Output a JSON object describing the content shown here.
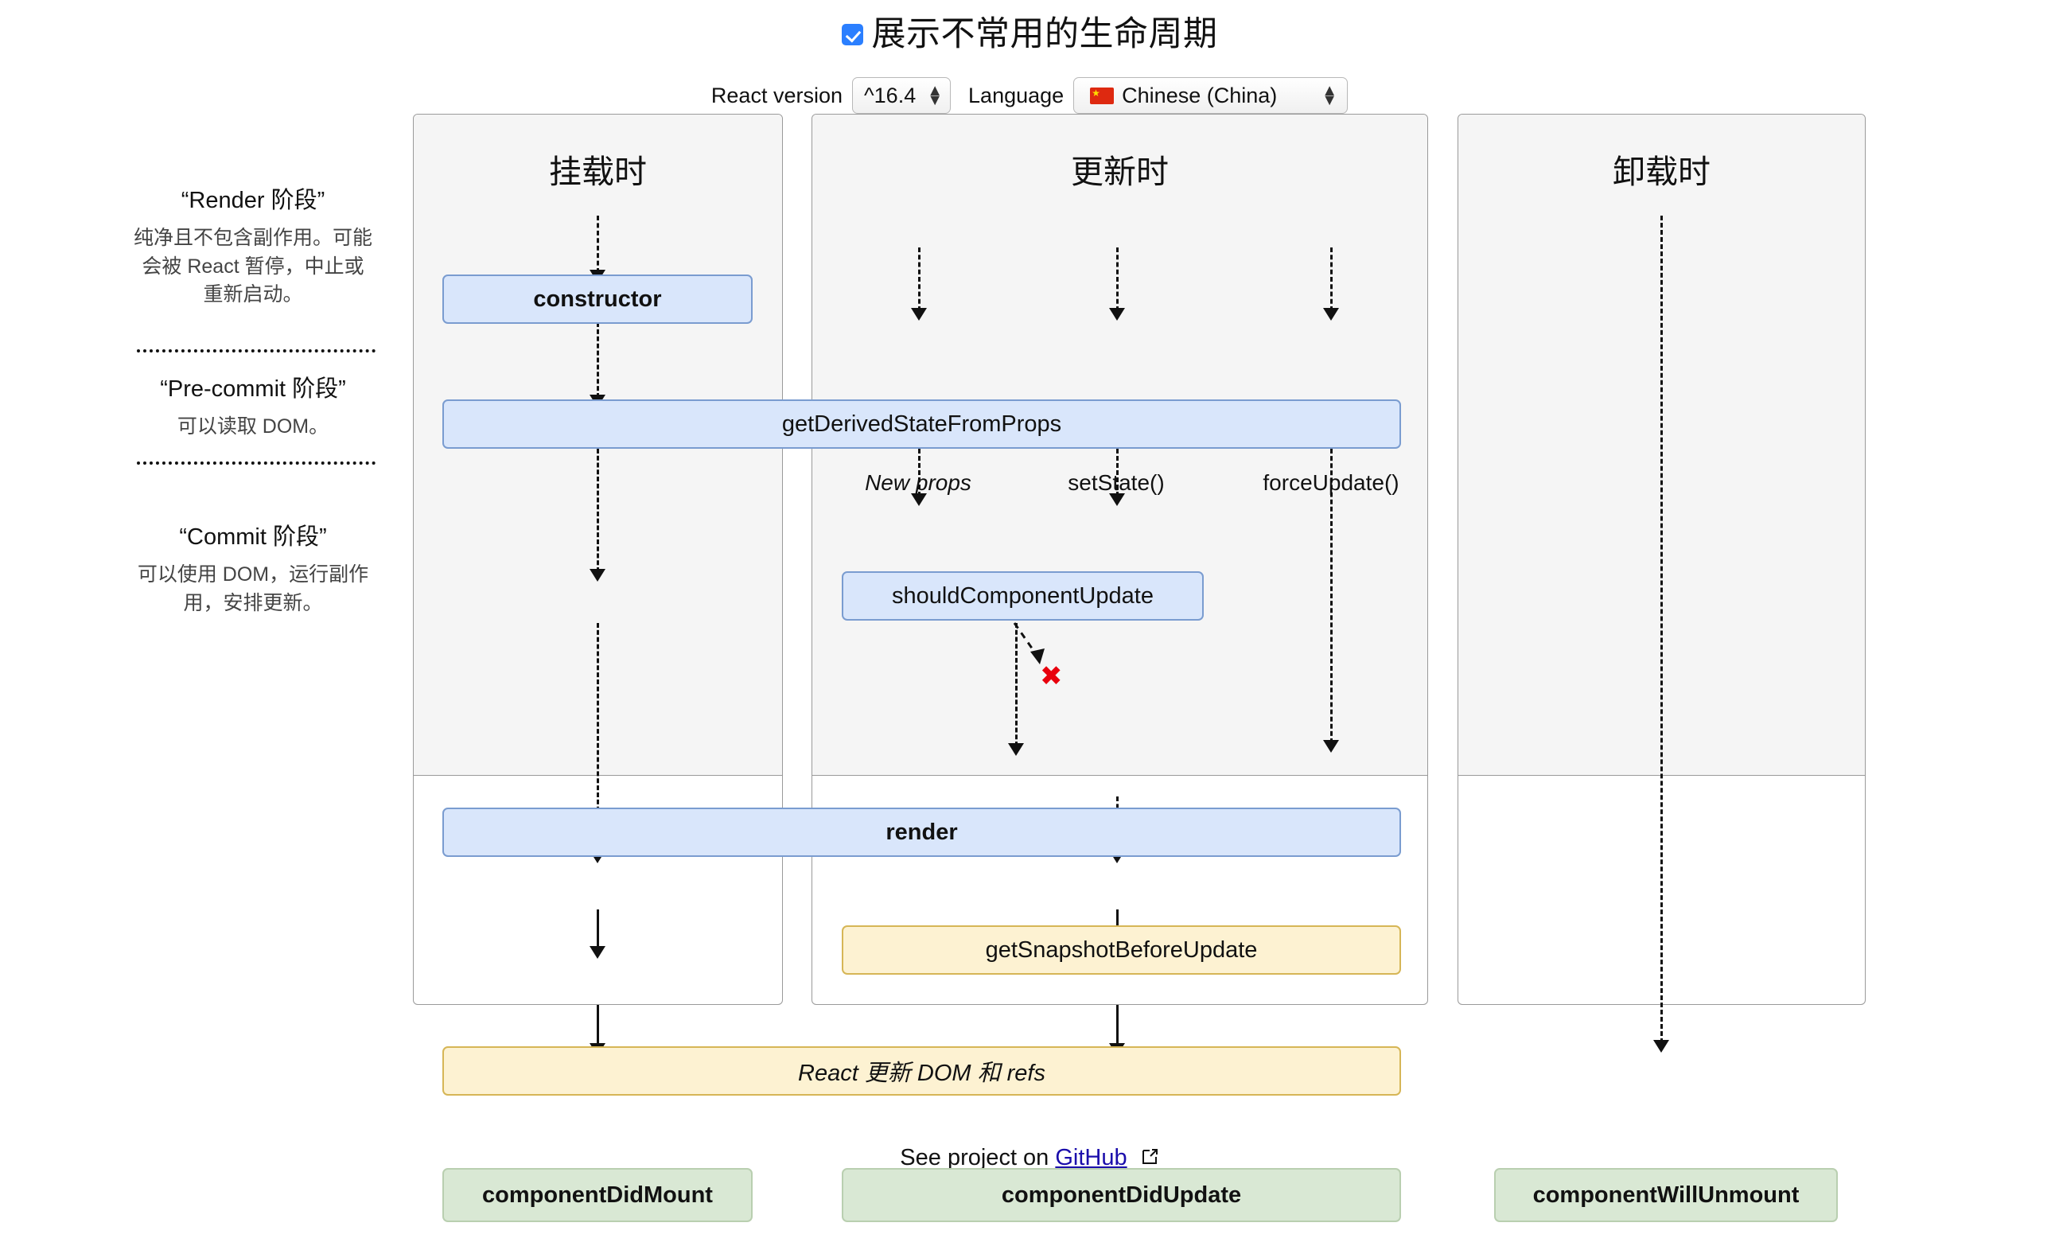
{
  "header": {
    "checkbox_checked": true,
    "title": "展示不常用的生命周期",
    "react_version_label": "React version",
    "react_version_value": "^16.4",
    "language_label": "Language",
    "language_value": "Chinese (China)",
    "language_flag": "🇨🇳"
  },
  "phases": [
    {
      "title": "“Render 阶段”",
      "desc": "纯净且不包含副作用。可能会被 React 暂停，中止或重新启动。"
    },
    {
      "title": "“Pre-commit 阶段”",
      "desc": "可以读取 DOM。"
    },
    {
      "title": "“Commit 阶段”",
      "desc": "可以使用 DOM，运行副作用，安排更新。"
    }
  ],
  "columns": [
    {
      "title": "挂载时"
    },
    {
      "title": "更新时"
    },
    {
      "title": "卸载时"
    }
  ],
  "triggers": [
    {
      "label": "New props",
      "italic": true
    },
    {
      "label": "setState()",
      "italic": false
    },
    {
      "label": "forceUpdate()",
      "italic": false
    }
  ],
  "nodes": [
    {
      "label": "constructor",
      "color": "blue",
      "bold": true,
      "italic": false
    },
    {
      "label": "getDerivedStateFromProps",
      "color": "blue",
      "bold": false,
      "italic": false
    },
    {
      "label": "shouldComponentUpdate",
      "color": "blue",
      "bold": false,
      "italic": false
    },
    {
      "label": "render",
      "color": "blue",
      "bold": true,
      "italic": false
    },
    {
      "label": "getSnapshotBeforeUpdate",
      "color": "yellow",
      "bold": false,
      "italic": false
    },
    {
      "label": "React 更新 DOM 和 refs",
      "color": "yellow",
      "bold": false,
      "italic": true
    },
    {
      "label": "componentDidMount",
      "color": "green",
      "bold": true,
      "italic": false
    },
    {
      "label": "componentDidUpdate",
      "color": "green",
      "bold": true,
      "italic": false
    },
    {
      "label": "componentWillUnmount",
      "color": "green",
      "bold": true,
      "italic": false
    }
  ],
  "annotations": {
    "skip_mark": "✖"
  },
  "footer": {
    "prefix": "See project on",
    "link_label": "GitHub"
  },
  "colors": {
    "accent": "#2b7fff",
    "blue_fill": "#d9e6fb",
    "blue_stroke": "#7a9cd0",
    "yellow_fill": "#fdf2d2",
    "yellow_stroke": "#d6b656",
    "green_fill": "#d9e8d4",
    "green_stroke": "#b9cfb0",
    "red_x": "#e8000d",
    "link": "#1a0dab",
    "column_header_bg": "#f5f5f5",
    "column_border": "#9a9a9a"
  }
}
